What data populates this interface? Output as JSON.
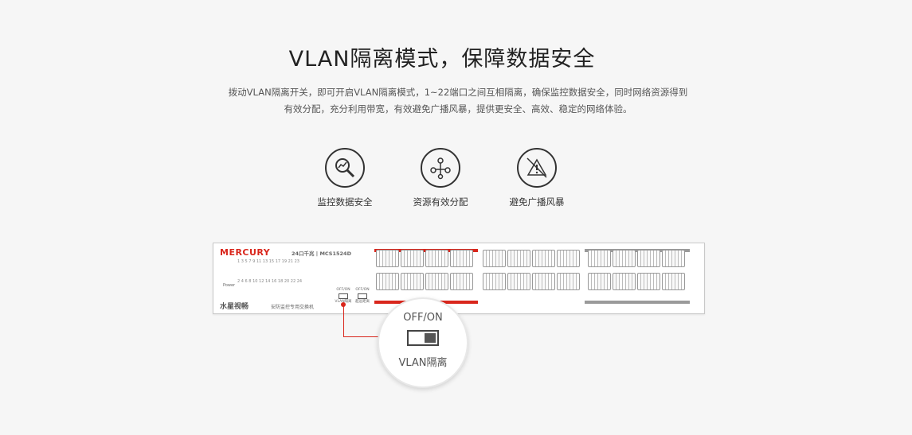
{
  "heading": "VLAN隔离模式，保障数据安全",
  "description": "拨动VLAN隔离开关，即可开启VLAN隔离模式，1~22端口之间互相隔离，确保监控数据安全，同时网络资源得到有效分配，充分利用带宽，有效避免广播风暴，提供更安全、高效、稳定的网络体验。",
  "features": [
    {
      "label": "监控数据安全",
      "icon": "magnifier-chart-icon"
    },
    {
      "label": "资源有效分配",
      "icon": "network-nodes-icon"
    },
    {
      "label": "避免广播风暴",
      "icon": "warning-prohibited-icon"
    }
  ],
  "device": {
    "brand": "MERCURY",
    "model": "24口千兆 | MCS1524D",
    "brand_cn": "水星视畅",
    "brand_sub": "安防监控专用交换机",
    "power_label": "Power",
    "led_row1": "1 3 5 7 9 11 13 15 17 19 21 23",
    "led_row2": "2 4 6 8 10 12 14 16 18 20 22 24",
    "switch1": "OFF/ON",
    "switch1_sub": "VLAN隔离",
    "switch2": "OFF/ON",
    "switch2_sub": "超远距离",
    "accent_color": "#d9261c"
  },
  "callout": {
    "state": "OFF/ON",
    "label": "VLAN隔离"
  }
}
